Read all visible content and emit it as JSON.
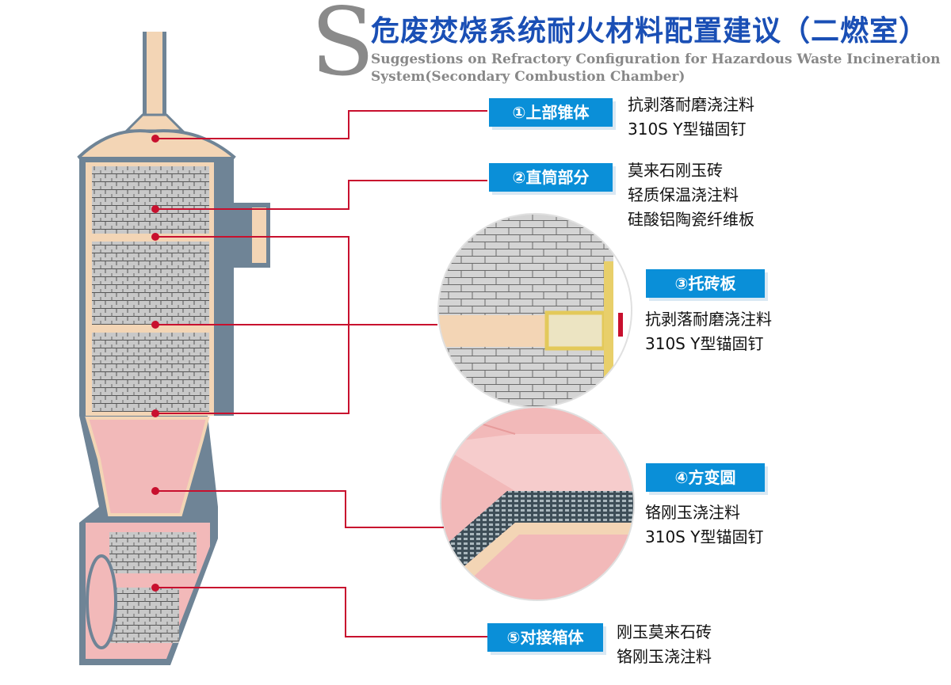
{
  "header": {
    "logo_letter": "S",
    "title_cn": "危废焚烧系统耐火材料配置建议（二燃室）",
    "title_en_line1": "Suggestions on Refractory Configuration for Hazardous Waste Incineration",
    "title_en_line2": "System(Secondary Combustion Chamber)"
  },
  "sections": [
    {
      "tag": "①上部锥体",
      "materials": [
        "抗剥落耐磨浇注料",
        "310S  Y型锚固钉"
      ]
    },
    {
      "tag": "②直筒部分",
      "materials": [
        "莫来石刚玉砖",
        "轻质保温浇注料",
        "硅酸铝陶瓷纤维板"
      ]
    },
    {
      "tag": "③托砖板",
      "materials": [
        "抗剥落耐磨浇注料",
        "310S    Y型锚固钉"
      ]
    },
    {
      "tag": "④方变圆",
      "materials": [
        "铬刚玉浇注料",
        "310S  Y型锚固钉"
      ]
    },
    {
      "tag": "⑤对接箱体",
      "materials": [
        "刚玉莫来石砖",
        "铬刚玉浇注料"
      ]
    }
  ],
  "colors": {
    "accent_blue": "#0a8fd8",
    "title_blue": "#1a4fb5",
    "leader_red": "#c8102e",
    "steel_grey": "#6f8496",
    "refractory_pink": "#f2b9b9",
    "castable_beige": "#f3d5b5"
  }
}
